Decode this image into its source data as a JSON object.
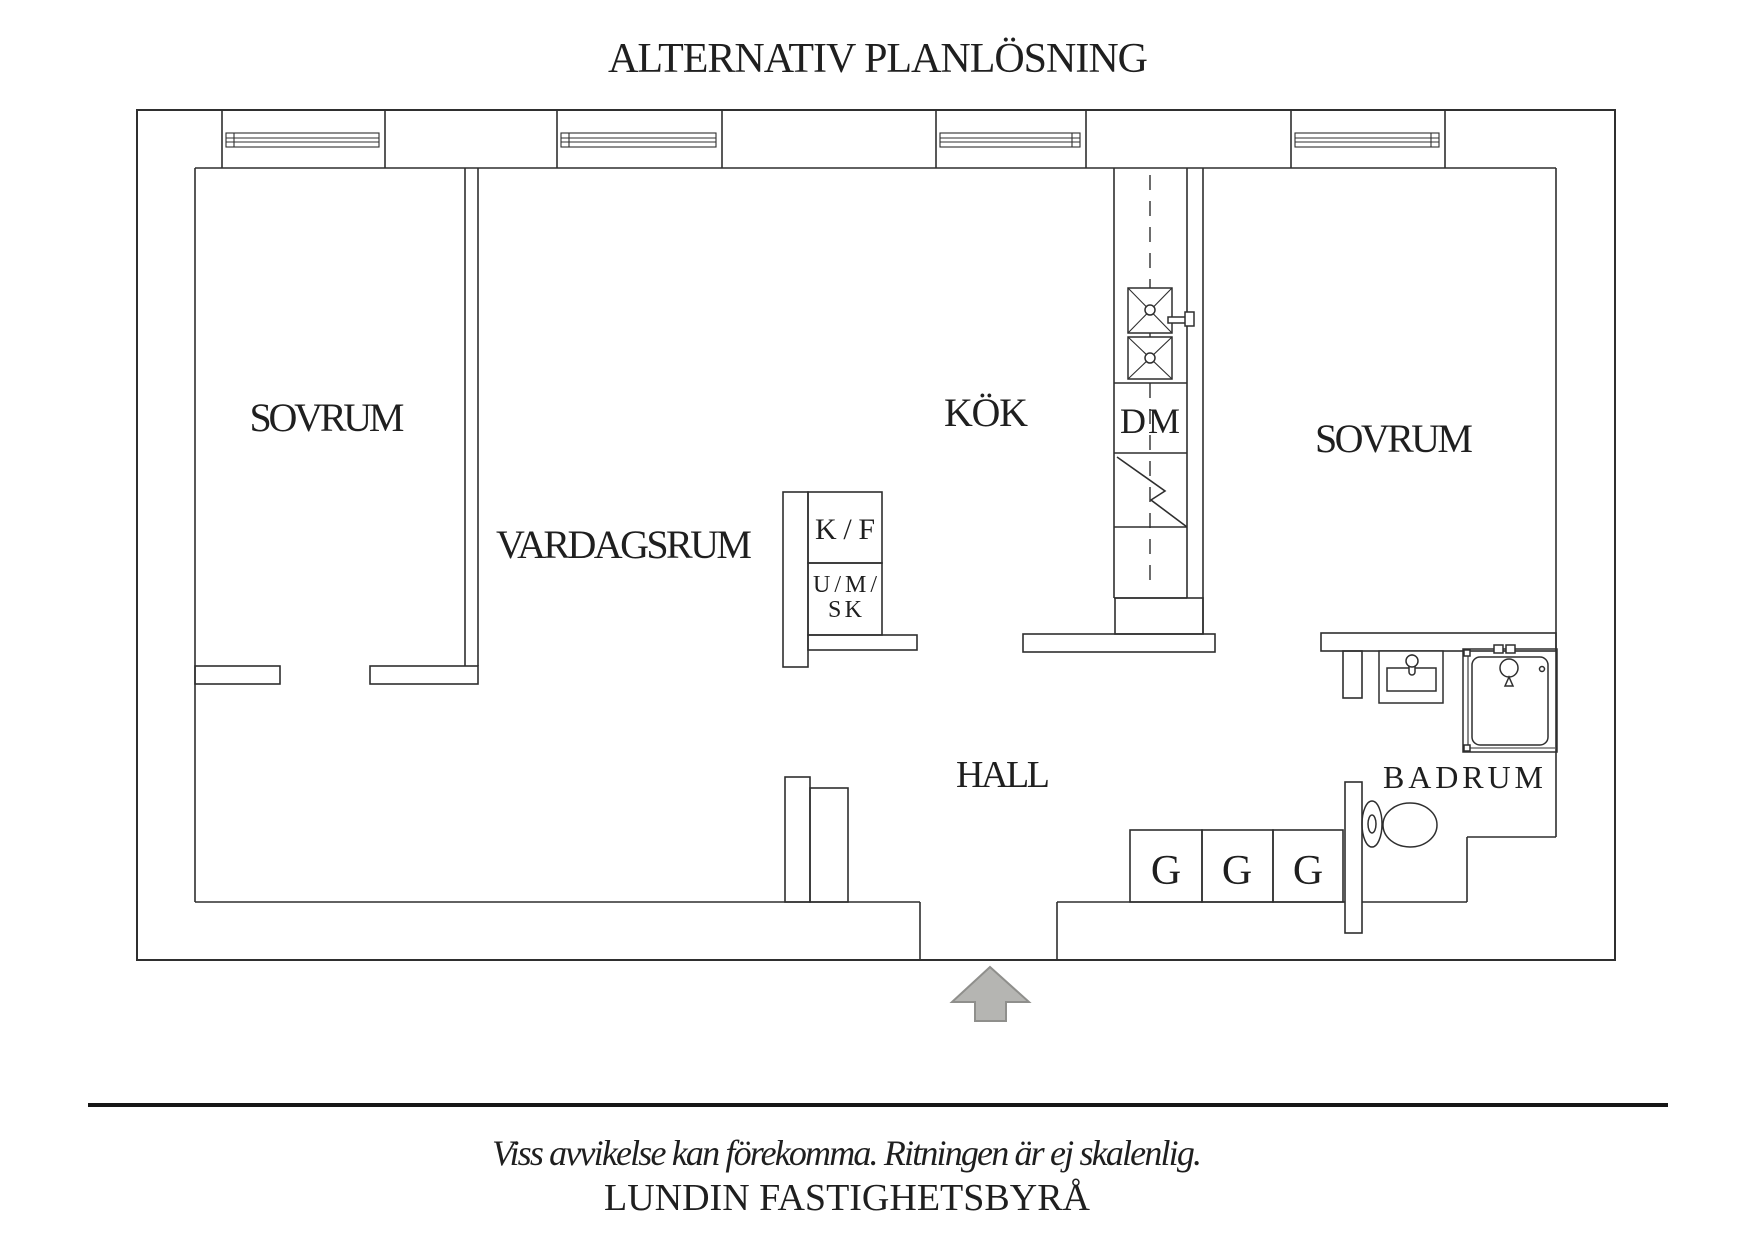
{
  "title": "ALTERNATIV PLANLÖSNING",
  "rooms": {
    "sovrum_left": "SOVRUM",
    "vardagsrum": "VARDAGSRUM",
    "kok": "KÖK",
    "sovrum_right": "SOVRUM",
    "hall": "HALL",
    "badrum": "BADRUM"
  },
  "appliances": {
    "dishwasher": "DM",
    "fridge_freezer": "K/F",
    "oven_micro_line1": "U/M/",
    "oven_micro_line2": "SK",
    "wardrobe": "G",
    "wardrobe_count": 3
  },
  "footer": {
    "disclaimer": "Viss avvikelse kan förekomma. Ritningen är ej skalenlig.",
    "company": "LUNDIN FASTIGHETSBYRÅ"
  },
  "symbols": {
    "entry": "up-arrow-icon",
    "kitchen_sink": "double-basin-x-squares",
    "shower": "shower-cabin",
    "toilet": "toilet",
    "windows": "triple-line-window"
  },
  "colors": {
    "line": "#2f2f2f",
    "entry_arrow": "#b5b5b2",
    "separator": "#161616",
    "background": "#ffffff"
  }
}
